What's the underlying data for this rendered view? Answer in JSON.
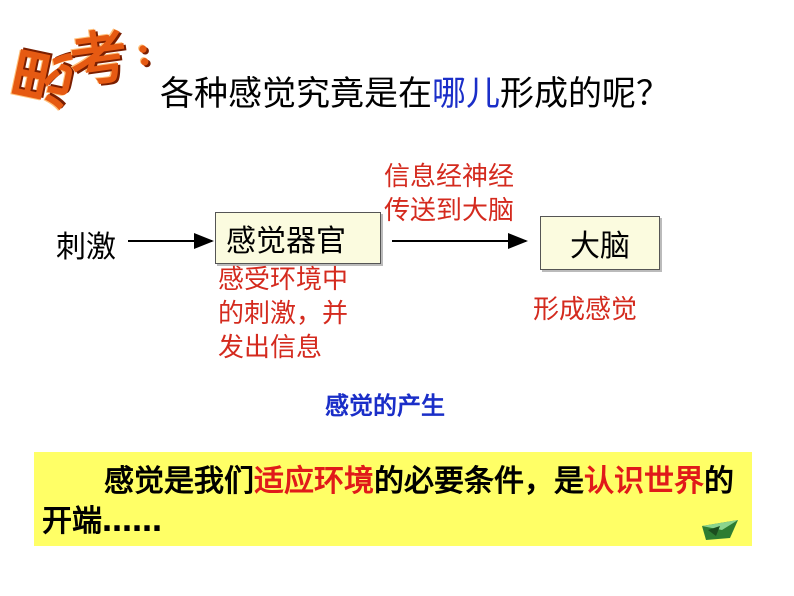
{
  "title_art": {
    "char1": "思",
    "char2": "考",
    "colon": ":"
  },
  "question": {
    "before": "各种感觉究竟是在",
    "highlight": "哪儿",
    "after": "形成的呢？"
  },
  "diagram": {
    "stimulus": "刺激",
    "organ": "感觉器官",
    "brain": "大脑",
    "transmit_line1": "信息经神经",
    "transmit_line2": "传送到大脑",
    "receive_line1": "感受环境中",
    "receive_line2": "的刺激，并",
    "receive_line3": "发出信息",
    "form": "形成感觉",
    "caption": "感觉的产生"
  },
  "summary": {
    "p1": "感觉是",
    "p2": "我们",
    "p3": "适应环境",
    "p4": "的必要条件，是",
    "p5": "认识世界",
    "p6": "的开端……"
  },
  "colors": {
    "red": "#d42a1e",
    "blue": "#1a2ec8",
    "highlight_bg": "#ffff66"
  },
  "icons": {
    "nav": "next-slide-icon"
  }
}
